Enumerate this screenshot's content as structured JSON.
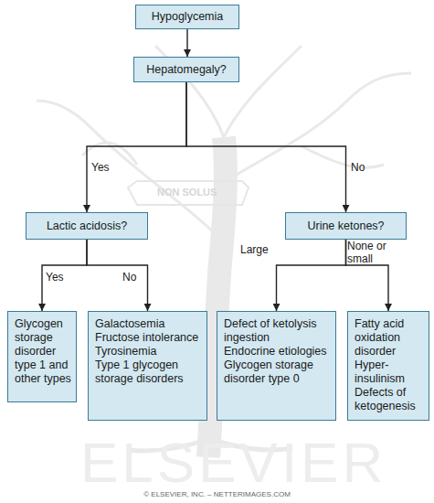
{
  "diagram": {
    "nodes": [
      {
        "text": [
          "Hypoglycemia"
        ]
      },
      {
        "text": [
          "Hepatomegaly?"
        ]
      },
      {
        "text": [
          "Lactic acidosis?"
        ]
      },
      {
        "text": [
          "Urine ketones?"
        ]
      },
      {
        "text": [
          "Glycogen storage disorder type 1 and other types"
        ]
      },
      {
        "text": [
          "Galactosemia",
          "Fructose intolerance",
          "Tyrosinemia",
          "Type 1 glycogen storage disorders"
        ]
      },
      {
        "text": [
          "Defect of ketolysis",
          "ingestion",
          "Endocrine etiologies",
          "Glycogen storage disorder type 0"
        ]
      },
      {
        "text": [
          "Fatty acid oxidation disorder",
          "Hyper-insulinism",
          "Defects of ketogenesis"
        ]
      }
    ],
    "edges": [
      {
        "from": 0,
        "to": 1,
        "arrow": "to"
      },
      {
        "from": 1,
        "to": 2,
        "label": "Yes",
        "arrow": "to"
      },
      {
        "from": 1,
        "to": 3,
        "label": "No",
        "arrow": "to"
      },
      {
        "from": 2,
        "to": 4,
        "label": "Yes",
        "arrow": "to"
      },
      {
        "from": 2,
        "to": 5,
        "label": "No",
        "arrow": "to"
      },
      {
        "from": 3,
        "to": 6,
        "label": "Large",
        "arrow": "to"
      },
      {
        "from": 3,
        "to": 7,
        "label": "None or small",
        "arrow": "to"
      }
    ],
    "labels": [
      "NON SOLUS",
      "ELSEVIER",
      "© ELSEVIER, INC. – NETTERIMAGES.COM"
    ]
  }
}
